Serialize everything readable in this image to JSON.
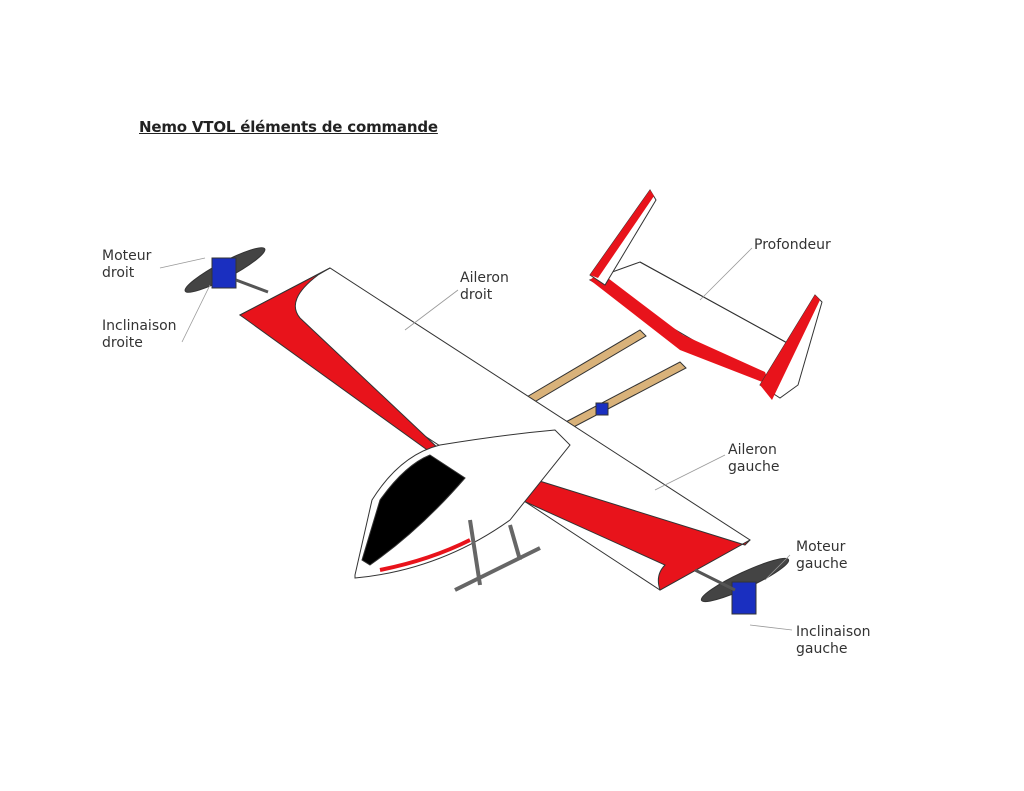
{
  "title": "Nemo VTOL éléments de commande",
  "labels": {
    "moteur_droit": [
      "Moteur",
      "droit"
    ],
    "inclinaison_droite": [
      "Inclinaison",
      "droite"
    ],
    "aileron_droit": [
      "Aileron",
      "droit"
    ],
    "profondeur": [
      "Profondeur"
    ],
    "aileron_gauche": [
      "Aileron",
      "gauche"
    ],
    "moteur_gauche": [
      "Moteur",
      "gauche"
    ],
    "inclinaison_gauche": [
      "Inclinaison",
      "gauche"
    ]
  },
  "colors": {
    "accent": "#e8131b",
    "canopy": "#000000",
    "servo": "#1a2fc0",
    "boom": "#d9b27a"
  }
}
